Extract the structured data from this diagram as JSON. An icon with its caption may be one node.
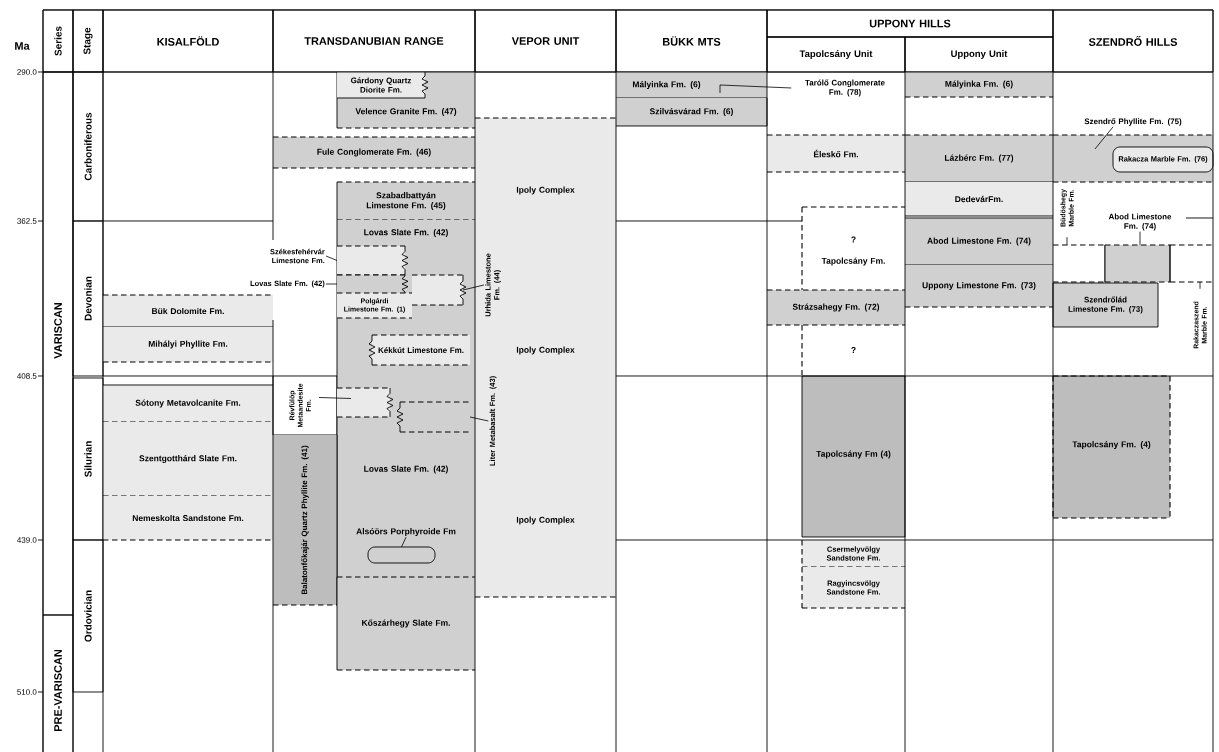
{
  "diagram": {
    "nodes": [
      {
        "text": [
          "Series"
        ]
      },
      {
        "text": [
          "Stage"
        ]
      },
      {
        "text": [
          "KISALFÖLD"
        ]
      },
      {
        "text": [
          "TRANSDANUBIAN RANGE"
        ]
      },
      {
        "text": [
          "VEPOR UNIT"
        ]
      },
      {
        "text": [
          "BÜKK MTS"
        ]
      },
      {
        "text": [
          "UPPONY HILLS"
        ]
      },
      {
        "text": [
          "Tapolcsány Unit"
        ]
      },
      {
        "text": [
          "Uppony Unit"
        ]
      },
      {
        "text": [
          "SZENDRŐ HILLS"
        ]
      },
      {
        "text": [
          "VARISCAN"
        ]
      },
      {
        "text": [
          "PRE-VARISCAN"
        ]
      },
      {
        "text": [
          "Carboniferous"
        ]
      },
      {
        "text": [
          "Devonian"
        ]
      },
      {
        "text": [
          "Silurian"
        ]
      },
      {
        "text": [
          "Ordovician"
        ]
      },
      {
        "text": [
          "Bük Dolomite Fm."
        ]
      },
      {
        "text": [
          "Mihályi Phyllite Fm."
        ]
      },
      {
        "text": [
          "Sótony Metavolcanite Fm."
        ]
      },
      {
        "text": [
          "Szentgotthárd Slate Fm."
        ]
      },
      {
        "text": [
          "Nemeskolta Sandstone Fm."
        ]
      },
      {
        "text": [
          "Velence Granite Fm. (47)"
        ]
      },
      {
        "text": [
          "Gárdony Quartz Diorite Fm."
        ],
        "in": 21
      },
      {
        "text": [
          "Fule Conglomerate Fm. (46)"
        ]
      },
      {
        "text": [
          "Szabadbattyán Limestone Fm. (45)"
        ]
      },
      {
        "text": [
          "Lovas Slate Fm. (42)"
        ]
      },
      {
        "text": [
          "Székesfehérvár Limestone Fm."
        ]
      },
      {
        "text": [],
        "shape": "box",
        "in": 25
      },
      {
        "text": [
          "Lovas Slate Fm. (42)"
        ]
      },
      {
        "text": [],
        "shape": "box",
        "in": 25
      },
      {
        "text": [
          "Polgárdi Limestone Fm. (1)"
        ],
        "in": 25
      },
      {
        "text": [],
        "shape": "box",
        "in": 25
      },
      {
        "text": [
          "Kékkút Limestone Fm."
        ],
        "in": 25
      },
      {
        "text": [
          "Révfülöp Metaandesite Fm."
        ]
      },
      {
        "text": [
          "Lovas Slate Fm. (42)"
        ]
      },
      {
        "text": [],
        "shape": "box",
        "in": 34
      },
      {
        "text": [],
        "shape": "box",
        "in": 34
      },
      {
        "text": [
          "Alsóörs Porphyroide Fm"
        ],
        "in": 34
      },
      {
        "text": [],
        "shape": "capsule",
        "in": 34
      },
      {
        "text": [
          "Balatonfőkajár Quartz Phyllite Fm. (41)"
        ]
      },
      {
        "text": [
          "Kőszárhegy Slate Fm."
        ]
      },
      {
        "text": [
          "Ipoly Complex",
          "Ipoly Complex",
          "Ipoly Complex"
        ]
      },
      {
        "text": [
          "Urhida Limestone Fm. (44)"
        ],
        "in": 41
      },
      {
        "text": [
          "Liter Metabasalt Fm. (43)"
        ],
        "in": 41
      },
      {
        "text": [
          "Mályinka Fm. (6)"
        ]
      },
      {
        "text": [
          "Szilvásvárad Fm. (6)"
        ]
      },
      {
        "text": [
          "Tarólő Conglomerate Fm. (78)"
        ]
      },
      {
        "text": [
          "Éleskő Fm."
        ]
      },
      {
        "text": [
          "?",
          "Tapolcsány Fm."
        ]
      },
      {
        "text": [
          "Strázsahegy Fm. (72)"
        ]
      },
      {
        "text": [
          "?"
        ]
      },
      {
        "text": [
          "Tapolcsány Fm (4)"
        ]
      },
      {
        "text": [
          "Csermelyvölgy Sandstone Fm."
        ]
      },
      {
        "text": [
          "Ragyincsvölgy Sandstone Fm."
        ]
      },
      {
        "text": [
          "Mályinka Fm. (6)"
        ]
      },
      {
        "text": [
          "Lázbérc Fm. (77)"
        ]
      },
      {
        "text": [
          "DedevárFm."
        ]
      },
      {
        "text": [
          "Abod Limestone Fm. (74)"
        ]
      },
      {
        "text": [
          "Uppony Limestone Fm. (73)"
        ]
      },
      {
        "text": [
          "Szendrő Phyllite Fm. (75)"
        ]
      },
      {
        "text": [],
        "shape": "box"
      },
      {
        "text": [
          "Rakacza Marble Fm. (76)"
        ],
        "in": 60
      },
      {
        "text": [
          "Büdöshegy Marble Fm."
        ]
      },
      {
        "text": [
          "Abod Limestone Fm. (74)"
        ]
      },
      {
        "text": [],
        "shape": "box"
      },
      {
        "text": [],
        "shape": "box"
      },
      {
        "text": [],
        "shape": "box"
      },
      {
        "text": [
          "Szendrőlád Limestone Fm. (73)"
        ]
      },
      {
        "text": [
          "Rakaczaszend Marble Fm."
        ]
      },
      {
        "text": [
          "Tapolcsány Fm. (4)"
        ]
      }
    ],
    "edges": [
      {
        "from": 26,
        "to": 27,
        "arrow": "none"
      },
      {
        "from": 28,
        "to": 29,
        "arrow": "none"
      },
      {
        "from": 42,
        "to": 31,
        "arrow": "none"
      },
      {
        "from": 33,
        "to": 35,
        "arrow": "none"
      },
      {
        "from": 43,
        "to": 36,
        "arrow": "none"
      },
      {
        "from": 37,
        "to": 38,
        "arrow": "none"
      },
      {
        "from": 46,
        "to": 44,
        "arrow": "none"
      },
      {
        "from": 59,
        "to": 60,
        "arrow": "none"
      },
      {
        "from": 62,
        "to": 64,
        "arrow": "none"
      },
      {
        "from": 63,
        "to": 65,
        "arrow": "none"
      },
      {
        "from": 68,
        "to": 66,
        "arrow": "none"
      }
    ],
    "labels": [
      "Ma",
      "290.0",
      "362.5",
      "408.5",
      "439.0",
      "510.0"
    ]
  }
}
